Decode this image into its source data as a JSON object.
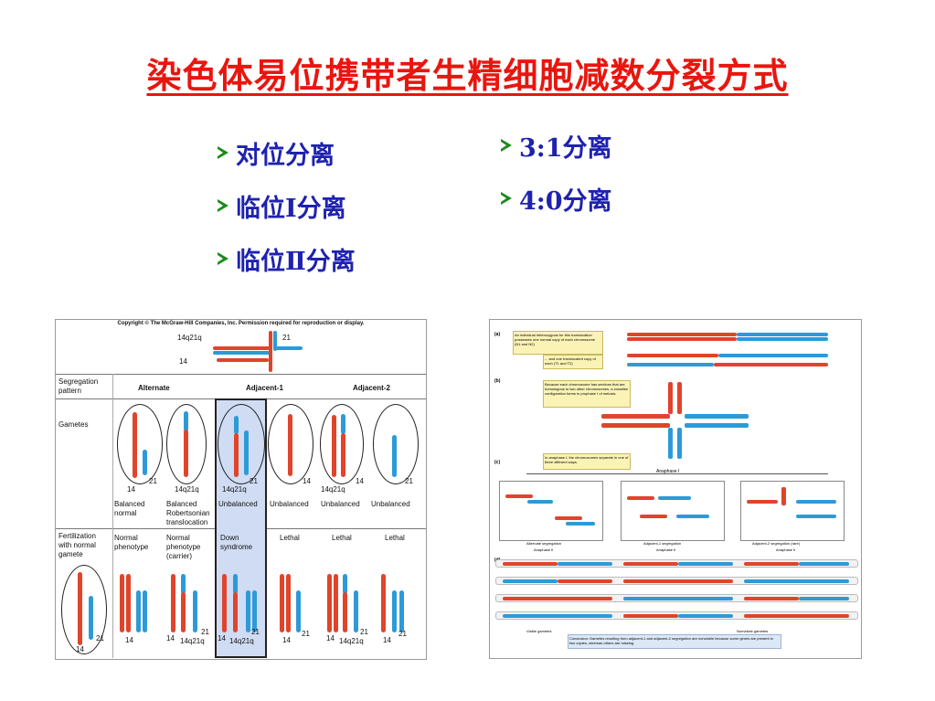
{
  "title": "染色体易位携带者生精细胞减数分裂方式",
  "left_bullets": [
    "对位分离",
    "临位Ⅰ分离",
    "临位Ⅱ分离"
  ],
  "right_bullets": [
    "3:1分离",
    "4:0分离"
  ],
  "figure1": {
    "copyright": "Copyright © The McGraw-Hill Companies, Inc. Permission required for reproduction or display.",
    "top_labels": {
      "t1": "14q21q",
      "t2": "21",
      "t3": "14"
    },
    "segregation_label": "Segregation pattern",
    "headers": [
      "Alternate",
      "Adjacent-1",
      "Adjacent-2"
    ],
    "gametes_label": "Gametes",
    "gamete_numbers": {
      "g1a": "14",
      "g1b": "21",
      "g2": "14q21q",
      "g3a": "21",
      "g3b": "14q21q",
      "g4": "14",
      "g5a": "14",
      "g5b": "14q21q",
      "g6": "21"
    },
    "gamete_status": [
      "Balanced normal",
      "Balanced Robertsonian translocation",
      "Unbalanced",
      "Unbalanced",
      "Unbalanced",
      "Unbalanced"
    ],
    "fertilization_label": "Fertilization with normal gamete",
    "outcomes": [
      "Normal phenotype",
      "Normal phenotype (carrier)",
      "Down syndrome",
      "Lethal",
      "Lethal",
      "Lethal"
    ],
    "bottom_numbers": {
      "b0a": "21",
      "b0b": "14",
      "b1": "14",
      "b2a": "21",
      "b2b": "14",
      "b2c": "14q21q",
      "b3a": "21",
      "b3b": "14",
      "b3c": "14q21q",
      "b4a": "14",
      "b4b": "21",
      "b5a": "21",
      "b5b": "14",
      "b5c": "14q21q",
      "b6a": "14",
      "b6b": "21"
    }
  },
  "figure2": {
    "labels": {
      "a": "(a)",
      "b": "(b)",
      "c": "(c)",
      "d": "(d)"
    },
    "notes": {
      "n1": "An individual heterozygous for this translocation possesses one normal copy of each chromosome (N1 and N2)",
      "n2": "... and one translocated copy of each (T1 and T2)",
      "n3": "Because each chromosome has sections that are homologous to two other chromosomes, a crosslike configuration forms in prophase I of meiosis.",
      "n4": "In anaphase I, the chromosomes separate in one of three different ways."
    },
    "anaphase1": "Anaphase I",
    "panels": [
      "Alternate segregation",
      "Adjacent-1 segregation",
      "Adjacent-2 segregation (rare)"
    ],
    "anaphase2": [
      "Anaphase II",
      "Anaphase II",
      "Anaphase II"
    ],
    "viable": "Viable gametes",
    "nonviable": "Nonviable gametes",
    "conclusion": "Conclusion: Gametes resulting from adjacent-1 and adjacent-2 segregation are nonviable because some genes are present in two copies, whereas others are missing."
  },
  "colors": {
    "title": "#e8160f",
    "bullet_text": "#1e22b0",
    "bullet_arrow": "#1b8a1b",
    "chrom_red": "#e0442b",
    "chrom_blue": "#2d9ad8",
    "highlight": "#cfdcf3"
  }
}
